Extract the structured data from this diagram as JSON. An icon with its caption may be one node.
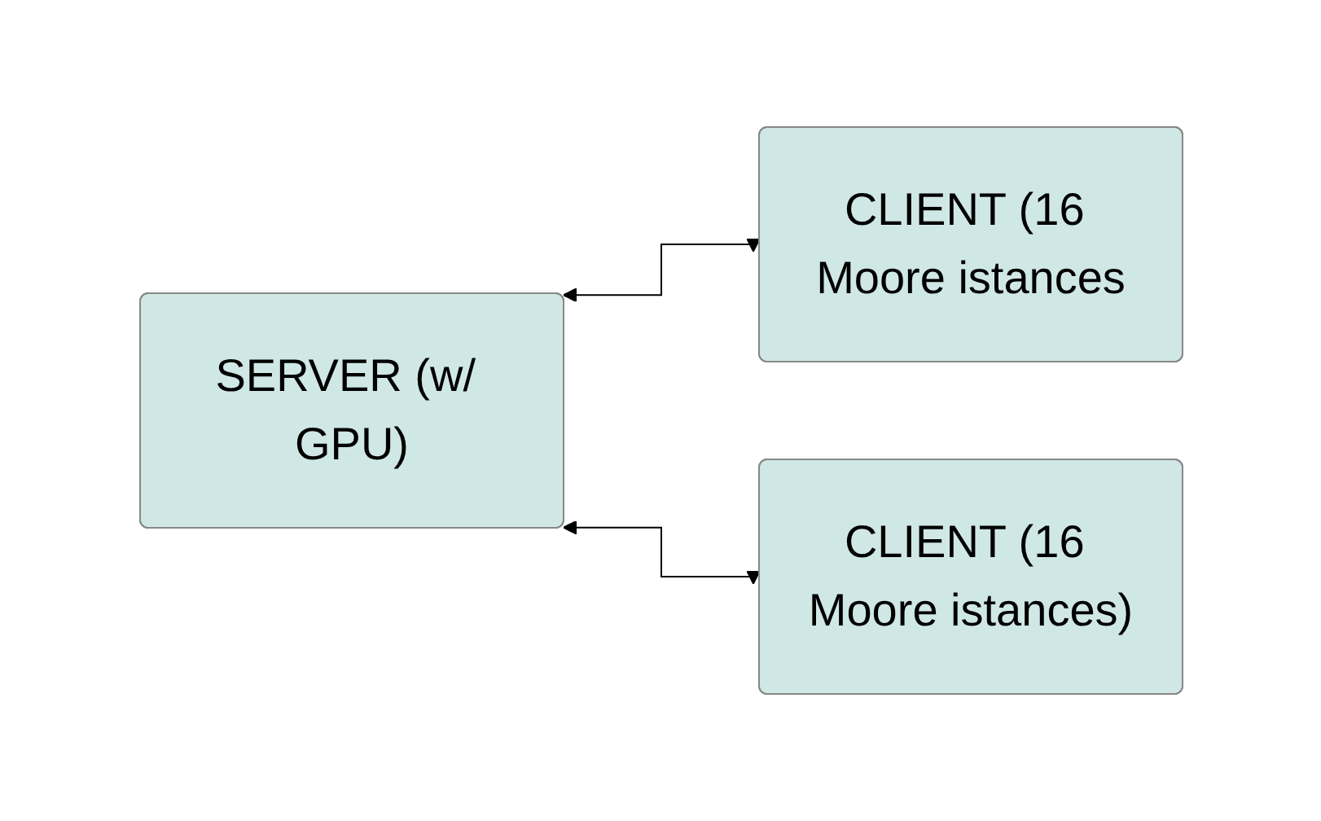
{
  "diagram": {
    "nodes": [
      {
        "text": [
          "SERVER (w/ GPU)"
        ]
      },
      {
        "text": [
          "CLIENT (16 Moore istances"
        ]
      },
      {
        "text": [
          "CLIENT (16 Moore istances)"
        ]
      }
    ],
    "edges": [
      {
        "from": 0,
        "to": 1,
        "arrow": "both"
      },
      {
        "from": 0,
        "to": 2,
        "arrow": "both"
      }
    ]
  }
}
